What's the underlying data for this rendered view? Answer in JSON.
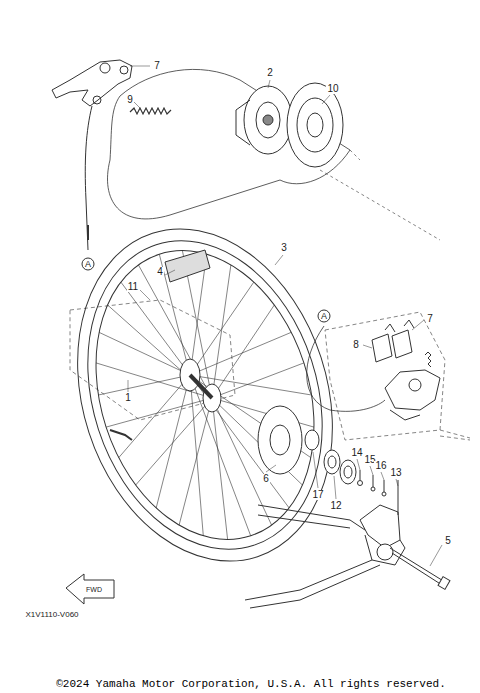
{
  "diagram": {
    "nodes": [
      {
        "text": [
          "A"
        ]
      },
      {
        "text": [
          "A"
        ]
      },
      {
        "text": [
          "FWD"
        ]
      }
    ],
    "labels": [
      "7",
      "2",
      "9",
      "10",
      "3",
      "4",
      "11",
      "1",
      "7",
      "8",
      "6",
      "17",
      "12",
      "14",
      "15",
      "16",
      "13",
      "5",
      "X1V1110-V060",
      "©2024 Yamaha Motor Corporation, U.S.A. All rights reserved."
    ]
  }
}
